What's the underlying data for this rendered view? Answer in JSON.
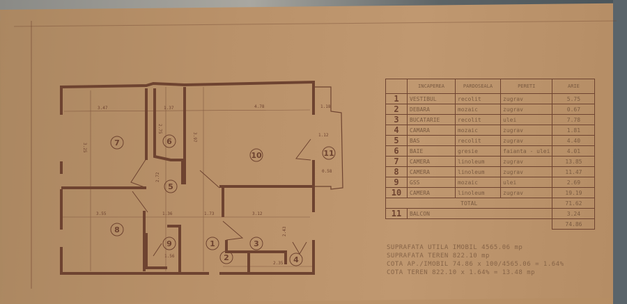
{
  "plan": {
    "rooms": [
      {
        "id": "7"
      },
      {
        "id": "6"
      },
      {
        "id": "10"
      },
      {
        "id": "11"
      },
      {
        "id": "5"
      },
      {
        "id": "8"
      },
      {
        "id": "9"
      },
      {
        "id": "1"
      },
      {
        "id": "3"
      },
      {
        "id": "2"
      },
      {
        "id": "4"
      }
    ],
    "dimensions": [
      "3.47",
      "1.37",
      "4.78",
      "1.18",
      "1.12",
      "3.97",
      "3.25",
      "3.55",
      "1.36",
      "1.73",
      "3.12",
      "2.43",
      "1.56",
      "2.35",
      "2.75",
      "2.72",
      "0.58"
    ]
  },
  "table": {
    "headers": [
      "",
      "INCAPEREA",
      "PARDOSEALA",
      "PERETI",
      "ARIE"
    ],
    "rows": [
      {
        "n": "1",
        "name": "VESTIBUL",
        "floor": "recolit",
        "walls": "zugrav",
        "area": "5.75"
      },
      {
        "n": "2",
        "name": "DEBARA",
        "floor": "mozaic",
        "walls": "zugrav",
        "area": "0.67"
      },
      {
        "n": "3",
        "name": "BUCATARIE",
        "floor": "recolit",
        "walls": "ulei",
        "area": "7.78"
      },
      {
        "n": "4",
        "name": "CAMARA",
        "floor": "mozaic",
        "walls": "zugrav",
        "area": "1.81"
      },
      {
        "n": "5",
        "name": "BAS",
        "floor": "recolit",
        "walls": "zugrav",
        "area": "4.40"
      },
      {
        "n": "6",
        "name": "BAIE",
        "floor": "gresie",
        "walls": "faianta - ulei",
        "area": "4.01"
      },
      {
        "n": "7",
        "name": "CAMERA",
        "floor": "linoleum",
        "walls": "zugrav",
        "area": "13.85"
      },
      {
        "n": "8",
        "name": "CAMERA",
        "floor": "linoleum",
        "walls": "zugrav",
        "area": "11.47"
      },
      {
        "n": "9",
        "name": "GSS",
        "floor": "mozaic",
        "walls": "ulei",
        "area": "2.69"
      },
      {
        "n": "10",
        "name": "CAMERA",
        "floor": "linoleum",
        "walls": "zugrav",
        "area": "19.19"
      }
    ],
    "total_label": "TOTAL",
    "total": "71.62",
    "balcony": {
      "n": "11",
      "name": "BALCON",
      "area": "3.24"
    },
    "grand_total": "74.86"
  },
  "notes": [
    "SUPRAFATA UTILA IMOBIL  4565.06 mp",
    "SUPRAFATA TEREN      822.10 mp",
    "COTA AP./IMOBIL    74.86 x 100/4565.06 = 1.64%",
    "COTA TEREN   822.10 x 1.64% = 13.48 mp"
  ],
  "colors": {
    "paper": "#b99169",
    "ink": "#6e4330"
  }
}
